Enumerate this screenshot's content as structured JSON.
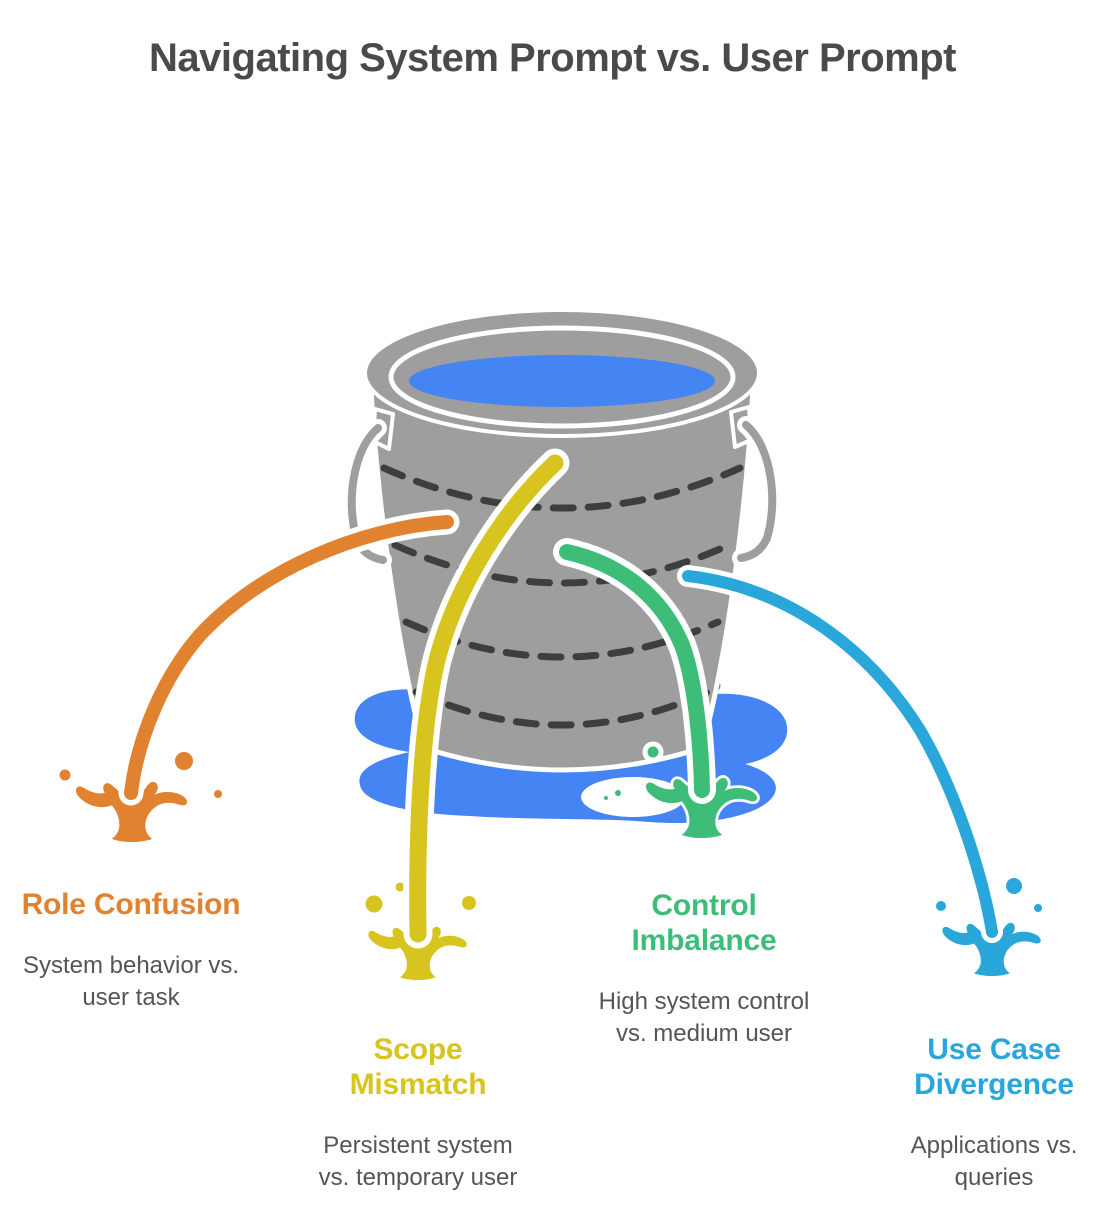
{
  "title": "Navigating System Prompt vs. User Prompt",
  "colors": {
    "title_text": "#4a4a4a",
    "subtitle_text": "#555555",
    "bucket_gray": "#9e9e9e",
    "dash": "#3e3e3e",
    "water_blue": "#4484f3",
    "outline_white": "#ffffff"
  },
  "scene": {
    "bucket_icon": "leaking-bucket-icon",
    "puddle_icon": "water-puddle-icon"
  },
  "leaks": [
    {
      "id": "role-confusion",
      "icon": "splash-icon",
      "color": "#e0822f",
      "title": "Role Confusion",
      "description": "System behavior vs.\nuser task"
    },
    {
      "id": "scope-mismatch",
      "icon": "splash-icon",
      "color": "#d8c41f",
      "title": "Scope\nMismatch",
      "description": "Persistent system\nvs. temporary user"
    },
    {
      "id": "control-imbalance",
      "icon": "splash-icon",
      "color": "#3ebd78",
      "title": "Control\nImbalance",
      "description": "High system control\nvs. medium user"
    },
    {
      "id": "use-case-divergence",
      "icon": "splash-icon",
      "color": "#29a7da",
      "title": "Use Case\nDivergence",
      "description": "Applications vs.\nqueries"
    }
  ]
}
